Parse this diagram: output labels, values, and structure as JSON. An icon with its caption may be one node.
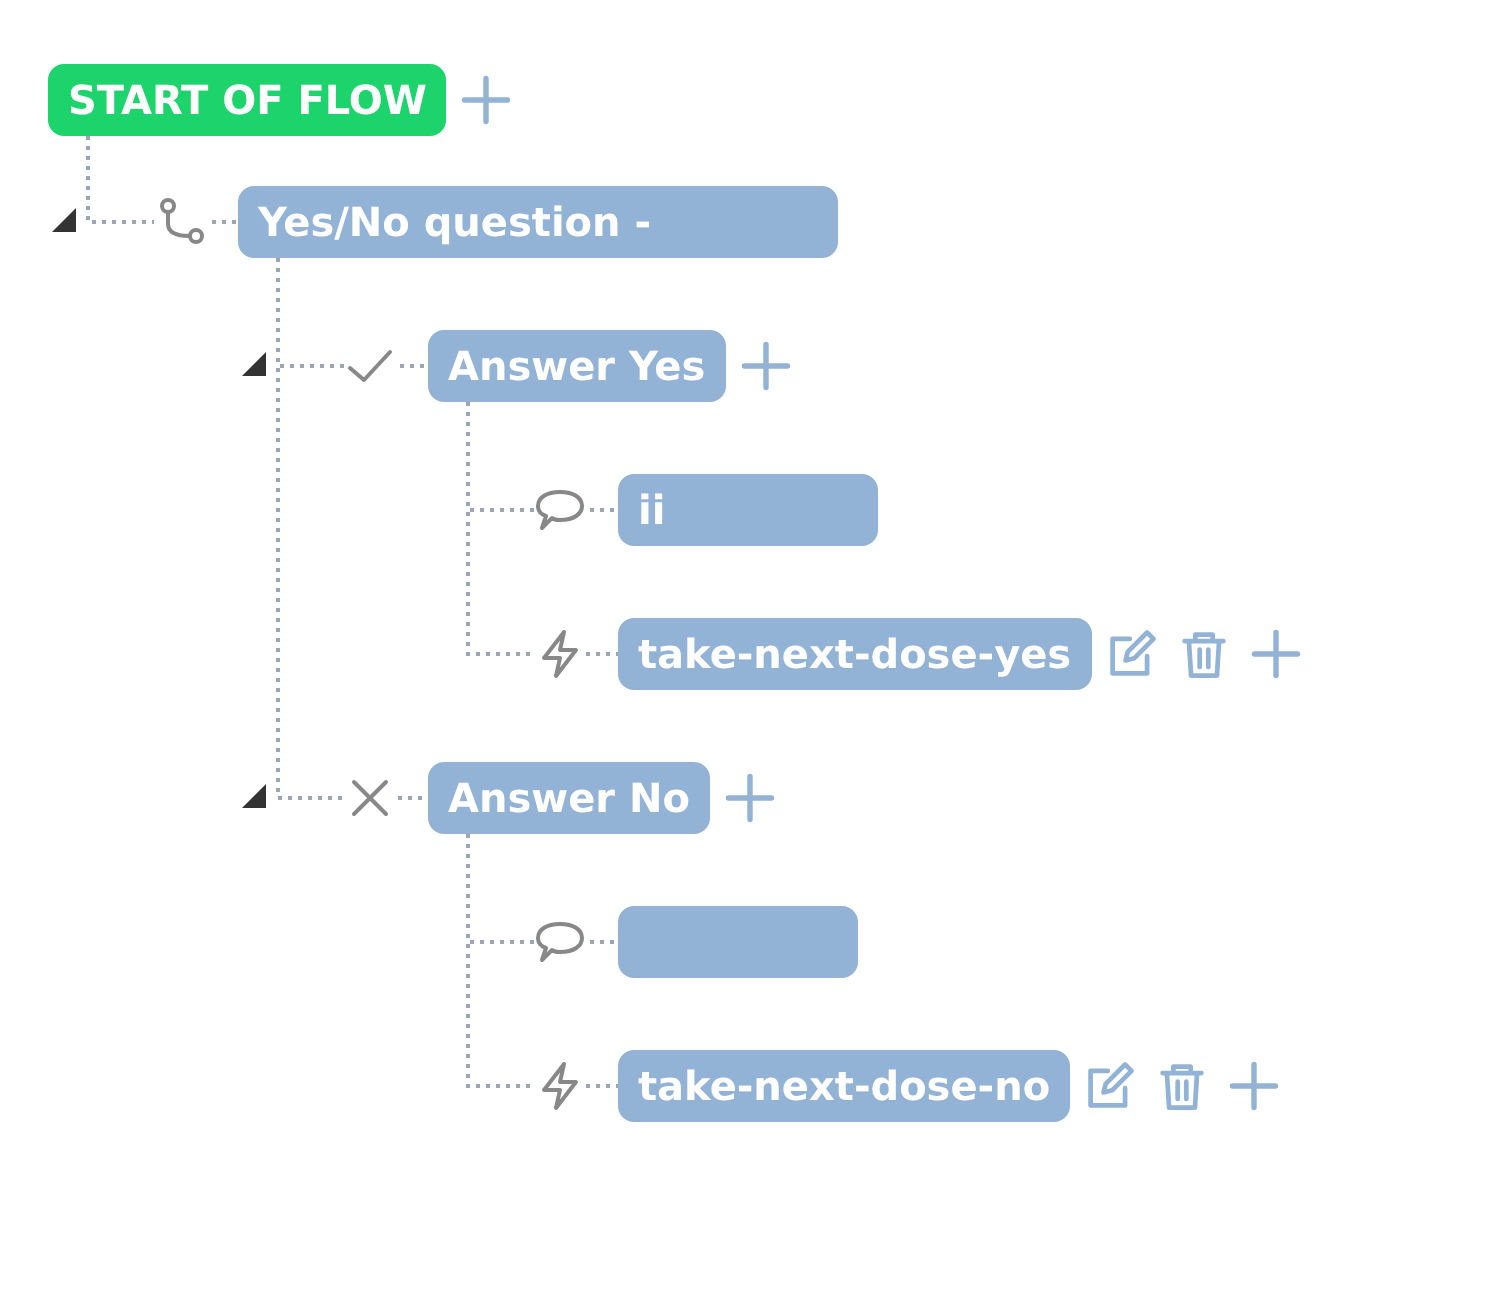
{
  "diagram": {
    "nodes": [
      {
        "text": [
          "START OF FLOW"
        ]
      },
      {
        "text": [
          "Yes/No question -"
        ]
      },
      {
        "text": [
          "Answer Yes"
        ]
      },
      {
        "text": [
          "ii"
        ]
      },
      {
        "text": [
          "take-next-dose-yes"
        ]
      },
      {
        "text": [
          "Answer No"
        ]
      },
      {
        "text": [],
        "shape": "box"
      },
      {
        "text": [
          "take-next-dose-no"
        ]
      }
    ],
    "edges": [
      {
        "from": 0,
        "to": 1,
        "arrow": "none",
        "style": "dashed"
      },
      {
        "from": 1,
        "to": 2,
        "arrow": "none",
        "style": "dashed"
      },
      {
        "from": 2,
        "to": 3,
        "arrow": "none",
        "style": "dashed"
      },
      {
        "from": 2,
        "to": 4,
        "arrow": "none",
        "style": "dashed"
      },
      {
        "from": 1,
        "to": 5,
        "arrow": "none",
        "style": "dashed"
      },
      {
        "from": 5,
        "to": 6,
        "arrow": "none",
        "style": "dashed"
      },
      {
        "from": 5,
        "to": 7,
        "arrow": "none",
        "style": "dashed"
      }
    ]
  }
}
